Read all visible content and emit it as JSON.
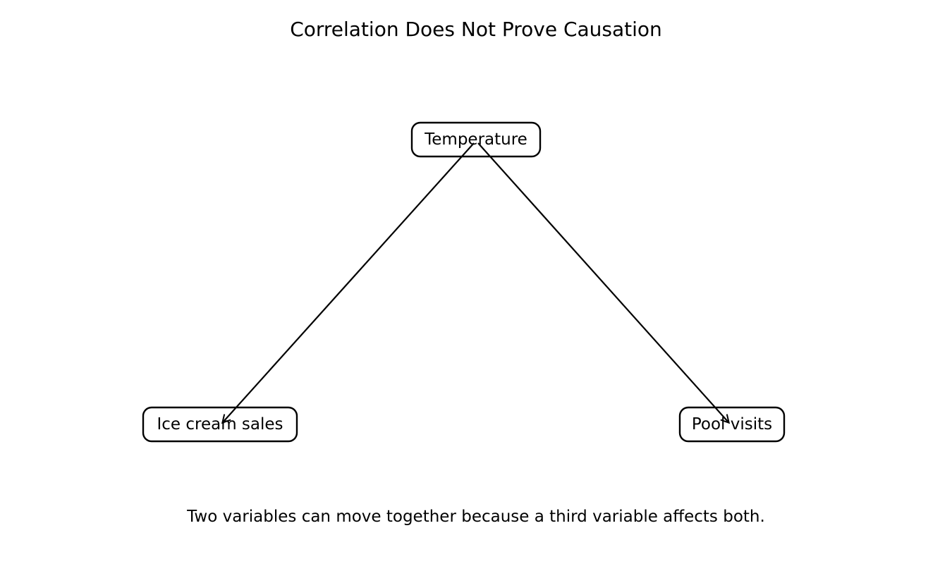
{
  "title": "Correlation Does Not Prove Causation",
  "nodes": {
    "temperature": "Temperature",
    "ice_cream": "Ice cream sales",
    "pool": "Pool visits"
  },
  "edges": [
    {
      "from": "Temperature",
      "to": "Ice cream sales"
    },
    {
      "from": "Temperature",
      "to": "Pool visits"
    }
  ],
  "caption": "Two variables can move together because a third variable affects both.",
  "colors": {
    "stroke": "#000000",
    "background": "#ffffff"
  }
}
